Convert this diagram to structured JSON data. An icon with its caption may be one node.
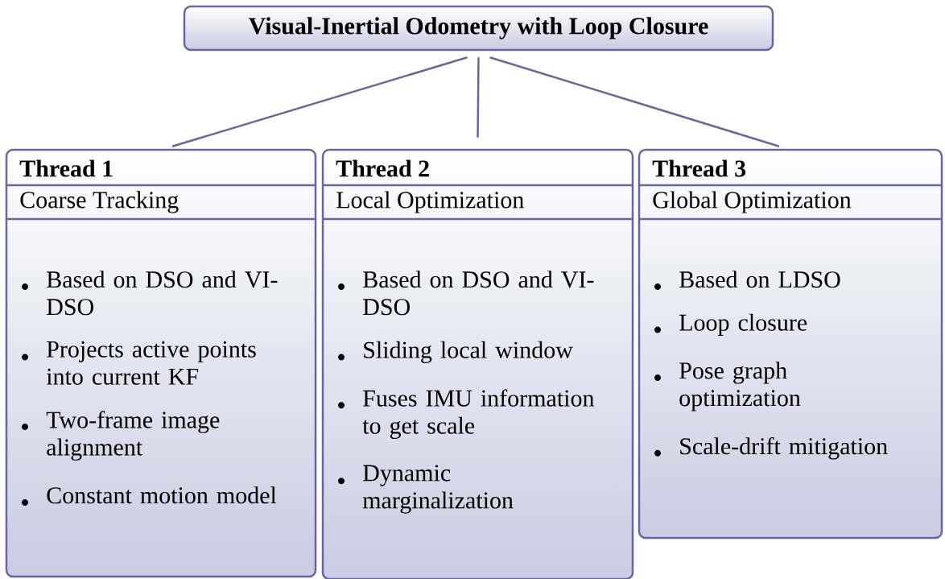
{
  "diagram": {
    "nodes": [
      {
        "text": [
          "Visual-Inertial Odometry with Loop Closure"
        ]
      },
      {
        "text": [
          "Thread 1",
          "Coarse Tracking",
          "Based on DSO and VI-DSO",
          "Projects active points into current KF",
          "Two-frame image alignment",
          "Constant motion model"
        ]
      },
      {
        "text": [
          "Thread 2",
          "Local Optimization",
          "Based on DSO and VI-DSO",
          "Sliding local window",
          "Fuses IMU information to get scale",
          "Dynamic marginalization"
        ]
      },
      {
        "text": [
          "Thread 3",
          "Global Optimization",
          "Based on LDSO",
          "Loop closure",
          "Pose graph optimization",
          "Scale-drift mitigation"
        ]
      }
    ],
    "edges": [
      {
        "from": 0,
        "to": 1,
        "arrow": "none"
      },
      {
        "from": 0,
        "to": 2,
        "arrow": "none"
      },
      {
        "from": 0,
        "to": 3,
        "arrow": "none"
      }
    ]
  }
}
